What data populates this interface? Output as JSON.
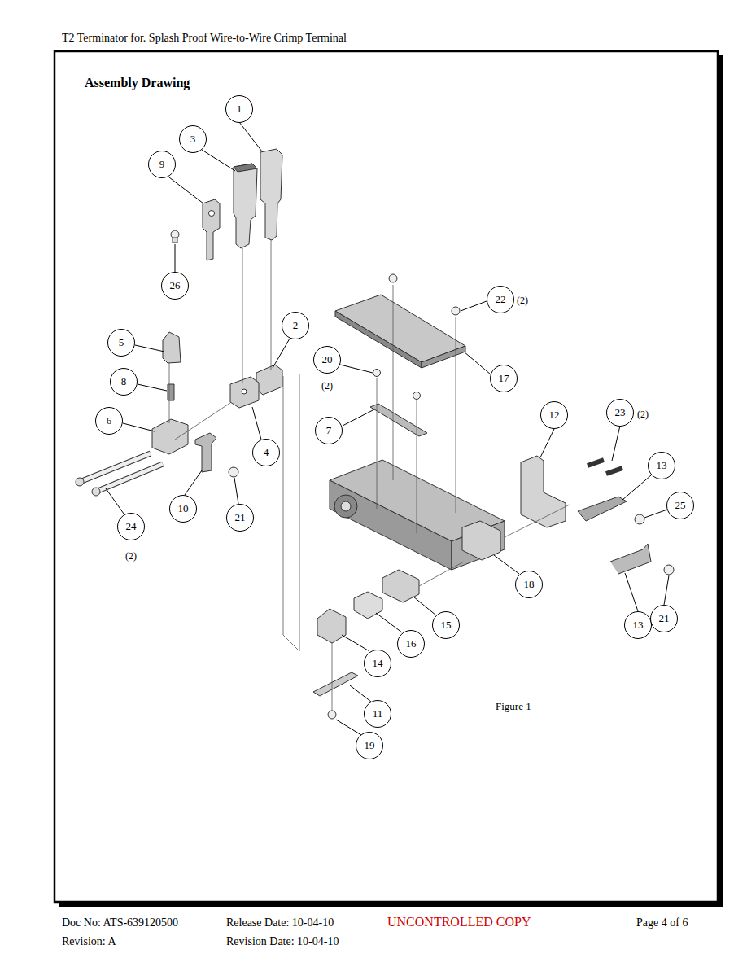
{
  "diagram": {
    "title": "Assembly Drawing",
    "caption": "Figure 1",
    "nodes": [
      {
        "text": [
          "1"
        ]
      },
      {
        "text": [
          "3"
        ]
      },
      {
        "text": [
          "9"
        ]
      },
      {
        "text": [
          "26"
        ]
      },
      {
        "text": [
          "22"
        ]
      },
      {
        "text": [
          "5"
        ]
      },
      {
        "text": [
          "2"
        ]
      },
      {
        "text": [
          "20"
        ]
      },
      {
        "text": [
          "17"
        ]
      },
      {
        "text": [
          "8"
        ]
      },
      {
        "text": [
          "6"
        ]
      },
      {
        "text": [
          "12"
        ]
      },
      {
        "text": [
          "23"
        ]
      },
      {
        "text": [
          "7"
        ]
      },
      {
        "text": [
          "4"
        ]
      },
      {
        "text": [
          "13"
        ]
      },
      {
        "text": [
          "25"
        ]
      },
      {
        "text": [
          "10"
        ]
      },
      {
        "text": [
          "21"
        ]
      },
      {
        "text": [
          "24"
        ]
      },
      {
        "text": [
          "18"
        ]
      },
      {
        "text": [
          "15"
        ]
      },
      {
        "text": [
          "16"
        ]
      },
      {
        "text": [
          "13"
        ]
      },
      {
        "text": [
          "21"
        ]
      },
      {
        "text": [
          "14"
        ]
      },
      {
        "text": [
          "11"
        ]
      },
      {
        "text": [
          "19"
        ]
      }
    ],
    "labels": [
      "T2 Terminator for. Splash Proof Wire-to-Wire Crimp Terminal",
      "(2)",
      "(2)",
      "(2)",
      "(2)",
      "Doc No: ATS-639120500",
      "Release Date: 10-04-10",
      "UNCONTROLLED COPY",
      "Page 4 of 6",
      "Revision: A",
      "Revision Date: 10-04-10"
    ]
  }
}
